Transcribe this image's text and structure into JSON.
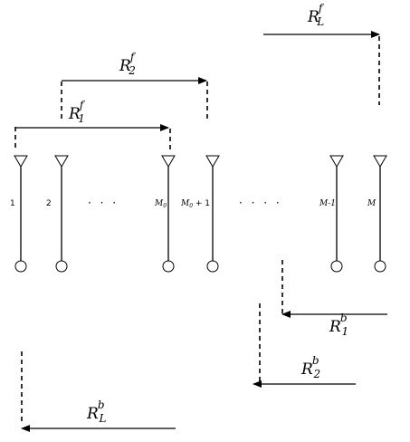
{
  "antennas": [
    {
      "label": "1"
    },
    {
      "label": "2"
    },
    {
      "label": "M",
      "label_sub": "0"
    },
    {
      "label": "M",
      "label_sub": "0",
      "label_suffix": " + 1"
    },
    {
      "label": "M-1"
    },
    {
      "label": "M"
    }
  ],
  "ellipses": [
    "· · ·",
    "·   ·   ·   ·"
  ],
  "forward_ranges": [
    {
      "symbol": "R",
      "subscript": "1",
      "superscript": "f"
    },
    {
      "symbol": "R",
      "subscript": "2",
      "superscript": "f"
    },
    {
      "symbol": "R",
      "subscript": "L",
      "superscript": "f"
    }
  ],
  "backward_ranges": [
    {
      "symbol": "R",
      "subscript": "1",
      "superscript": "b"
    },
    {
      "symbol": "R",
      "subscript": "2",
      "superscript": "b"
    },
    {
      "symbol": "R",
      "subscript": "L",
      "superscript": "b"
    }
  ]
}
